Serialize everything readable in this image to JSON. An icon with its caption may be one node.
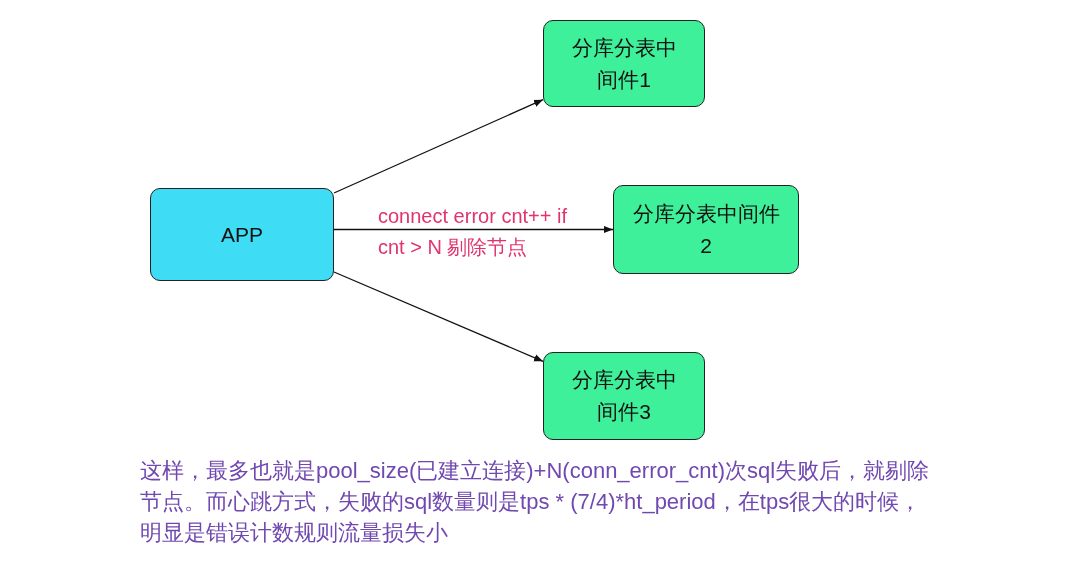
{
  "diagram": {
    "nodes": [
      {
        "text": [
          "APP"
        ]
      },
      {
        "text": [
          "分库分表中间件1"
        ]
      },
      {
        "text": [
          "分库分表中间件2"
        ]
      },
      {
        "text": [
          "分库分表中间件3"
        ]
      }
    ],
    "edges": [
      {
        "from": 0,
        "to": 1,
        "arrow": "to"
      },
      {
        "from": 0,
        "to": 2,
        "arrow": "to",
        "label": "connect error cnt++ if cnt > N 剔除节点"
      },
      {
        "from": 0,
        "to": 3,
        "arrow": "to"
      }
    ],
    "labels": [
      "这样，最多也就是pool_size(已建立连接)+N(conn_error_cnt)次sql失败后，就剔除节点。而心跳方式，失败的sql数量则是tps * (7/4)*ht_period，在tps很大的时候，明显是错误计数规则流量损失小"
    ]
  }
}
